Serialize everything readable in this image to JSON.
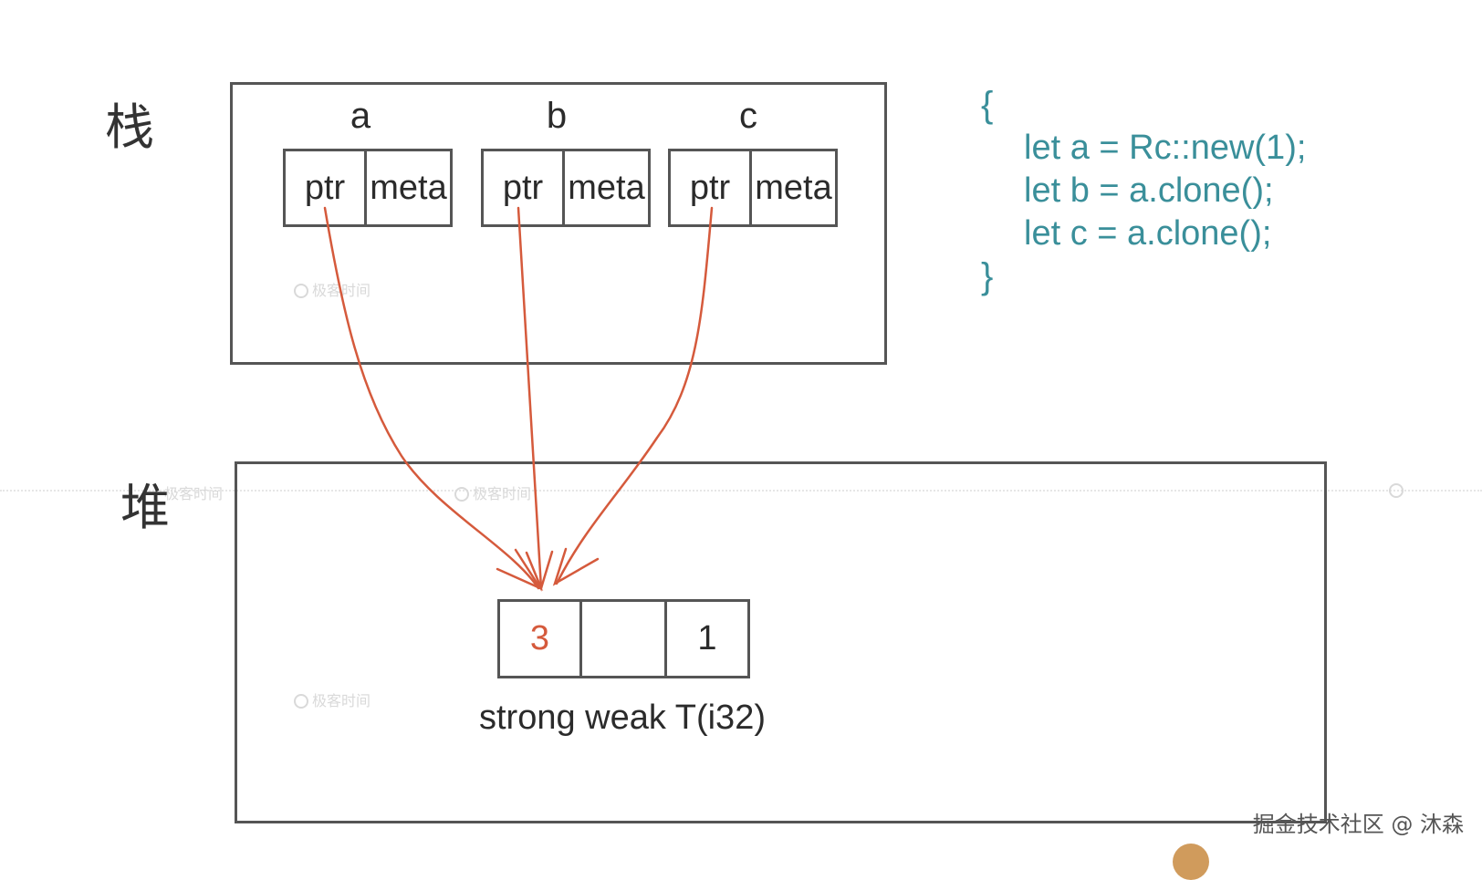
{
  "stack": {
    "label": "栈",
    "variables": [
      {
        "name": "a",
        "fields": [
          "ptr",
          "meta"
        ]
      },
      {
        "name": "b",
        "fields": [
          "ptr",
          "meta"
        ]
      },
      {
        "name": "c",
        "fields": [
          "ptr",
          "meta"
        ]
      }
    ]
  },
  "heap": {
    "label": "堆",
    "cells": [
      "3",
      "",
      "1"
    ],
    "caption": "strong weak T(i32)"
  },
  "code": {
    "open_brace": "{",
    "lines": [
      "let a = Rc::new(1);",
      "let b = a.clone();",
      "let c = a.clone();"
    ],
    "close_brace": "}"
  },
  "watermark": "极客时间",
  "footer": "掘金技术社区 @ 沐森",
  "colors": {
    "arrow": "#d55a3c",
    "code": "#3a8f9a",
    "strong_count": "#d55a3c",
    "border": "#555555"
  }
}
